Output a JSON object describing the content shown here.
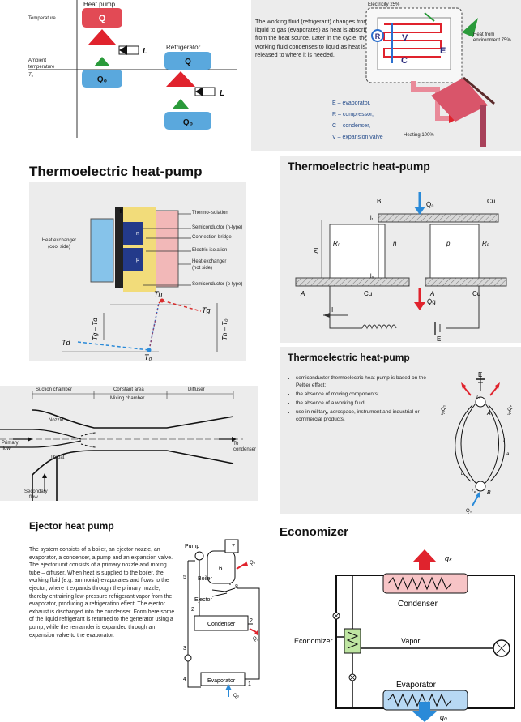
{
  "p1": {
    "heat_pump": "Heat pump",
    "refrigerator": "Refrigerator",
    "temperature": "Temperature",
    "ambient_line1": "Ambient",
    "ambient_line2": "temperature",
    "t0": "T₀",
    "q": "Q",
    "q0": "Q₀",
    "l": "L"
  },
  "p2": {
    "text": "The working fluid (refrigerant) changes from liquid to gas (evaporates) as heat is absorbed from the heat source. Later in the cycle, the working fluid condenses to liquid as heat is released to where it is needed.",
    "electricity": "Electricity 25%",
    "heat_from": "Heat from environment 75%",
    "heating": "Heating 100%",
    "legend": [
      "E – evaporator,",
      "R – compressor,",
      "C – condenser,",
      "V – expansion valve"
    ],
    "letters": {
      "r": "R",
      "v": "V",
      "e": "E",
      "c": "C"
    }
  },
  "p3": {
    "title": "Thermoelectric heat-pump",
    "hx_cool": [
      "Heat exchanger",
      "(cool side)"
    ],
    "labels": [
      "Thermo-isolation",
      "Semiconductor (n-type)",
      "Connection bridge",
      "Electric isolation",
      "Heat exchanger",
      "(hot side)",
      "Semiconductor (p-type)"
    ],
    "plus": "+",
    "minus": "-",
    "n": "n",
    "p": "p",
    "th": "Th",
    "tg": "Tg",
    "td": "Td",
    "t0": "T₀",
    "tg_minus_td": "Tg – Td",
    "th_minus_t0": "Th – T₀"
  },
  "p4": {
    "title": "Thermoelectric heat-pump",
    "b": "B",
    "cu": "Cu",
    "q0": "Q̇₀",
    "l1": "l₁",
    "l0": "l₀",
    "dl": "Δl",
    "rn": "Rₙ",
    "n": "n",
    "p": "p",
    "rp": "Rₚ",
    "a": "A",
    "qg": "Q̇g",
    "i": "I",
    "e": "E"
  },
  "p5": {
    "suction": "Suction chamber",
    "constant": "Constant area",
    "mixing": "Mixing chamber",
    "diffuser": "Diffuser",
    "nozzle": "Nozzle",
    "throat": "Throat",
    "primary": [
      "Primary",
      "flow"
    ],
    "secondary": [
      "Secondary",
      "flow"
    ],
    "to_condenser": "To condenser"
  },
  "p6": {
    "title": "Thermoelectric heat-pump",
    "bullets": [
      "semiconductor thermoelectric heat-pump is based on the Peltier effect;",
      "the absence of moving components;",
      "the absence of a working fluid;",
      "use in military, aerospace, instrument and industrial or commercial products."
    ],
    "e": "E",
    "t0": "T₀",
    "tp": "Tₚ",
    "a": "A",
    "b": "B",
    "qleft": "½Q₀",
    "qright": "½Qₚ",
    "q0": "Q₀",
    "i": "I",
    "a_lower": "a",
    "b_lower": "b"
  },
  "p7": {
    "title": "Ejector heat pump",
    "text": "The system consists of a boiler, an ejector nozzle, an evaporator, a condenser, a pump and an expansion valve. The ejector unit consists of a primary nozzle and mixing tube – diffuser. When heat is supplied to the boiler, the working fluid (e.g. ammonia) evaporates and flows to the ejector, where it expands through the primary nozzle, thereby entraining low-pressure refrigerant vapor from the evaporator, producing a refrigeration effect. The ejector exhaust is discharged into the condenser. Form here some of the liquid refrigerant is returned to the generator using a pump, while the remainder is expanded through an expansion valve to the evaporator.",
    "pump": "Pump",
    "boiler": "Boiler",
    "ejector": "Ejector",
    "condenser": "Condenser",
    "evaporator": "Evaporator",
    "n1": "1",
    "n2": "2",
    "n3": "3",
    "n4": "4",
    "n5": "5",
    "n6": "6",
    "n7": "7",
    "n8": "8",
    "n2b": "2",
    "qh": "Qₕ",
    "qc": "Q꜀",
    "qo": "Qₒ"
  },
  "p8": {
    "title": "Economizer",
    "qk": "qₖ",
    "q0": "q₀",
    "condenser": "Condenser",
    "evaporator": "Evaporator",
    "economizer": "Economizer",
    "vapor": "Vapor"
  }
}
